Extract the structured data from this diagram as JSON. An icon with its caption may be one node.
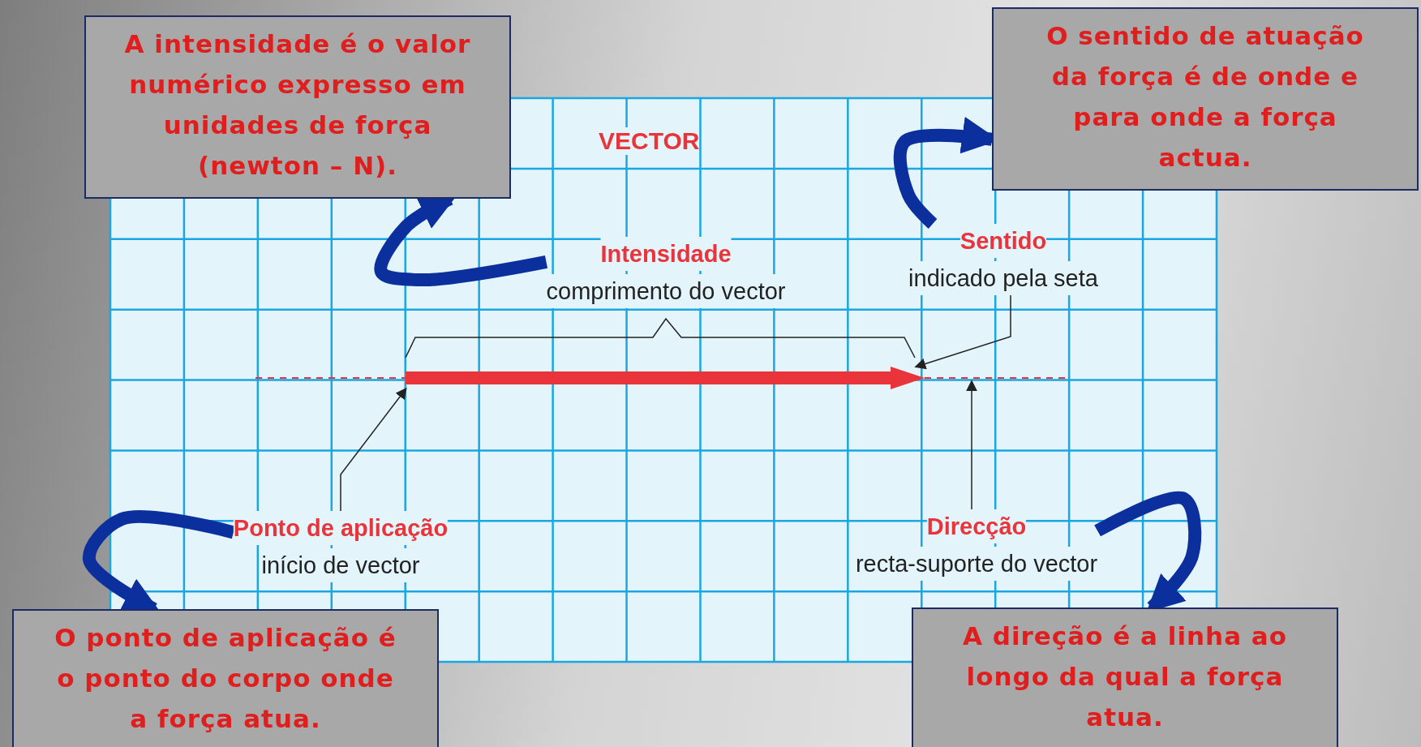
{
  "diagram": {
    "nodes": [
      {
        "text": [
          "A intensidade é o valor numérico expresso em unidades de força (newton – N)."
        ]
      },
      {
        "text": [
          "O sentido de atuação da força é de onde e para onde a força actua."
        ]
      },
      {
        "text": [
          "Intensidade",
          "comprimento do vector"
        ]
      },
      {
        "text": [
          "Sentido",
          "indicado pela seta"
        ]
      },
      {
        "text": [],
        "shape": "arrow"
      },
      {
        "text": [],
        "shape": "line"
      },
      {
        "text": [
          "Ponto de aplicação",
          "início de vector"
        ]
      },
      {
        "text": [
          "Direcção",
          "recta-suporte do vector"
        ]
      },
      {
        "text": [
          "O ponto de aplicação é o ponto do corpo onde a força atua."
        ]
      },
      {
        "text": [
          "A direção é a linha ao longo da qual a força atua."
        ]
      }
    ],
    "edges": [
      {
        "from": 2,
        "to": 0,
        "arrow": "to"
      },
      {
        "from": 3,
        "to": 1,
        "arrow": "to"
      },
      {
        "from": 6,
        "to": 8,
        "arrow": "to"
      },
      {
        "from": 7,
        "to": 9,
        "arrow": "to"
      },
      {
        "from": 6,
        "to": 4,
        "arrow": "to",
        "color": "#222222"
      },
      {
        "from": 3,
        "to": 4,
        "arrow": "to",
        "color": "#222222"
      },
      {
        "from": 7,
        "to": 5,
        "arrow": "to",
        "color": "#222222"
      }
    ],
    "labels": [
      "VECTOR"
    ]
  }
}
